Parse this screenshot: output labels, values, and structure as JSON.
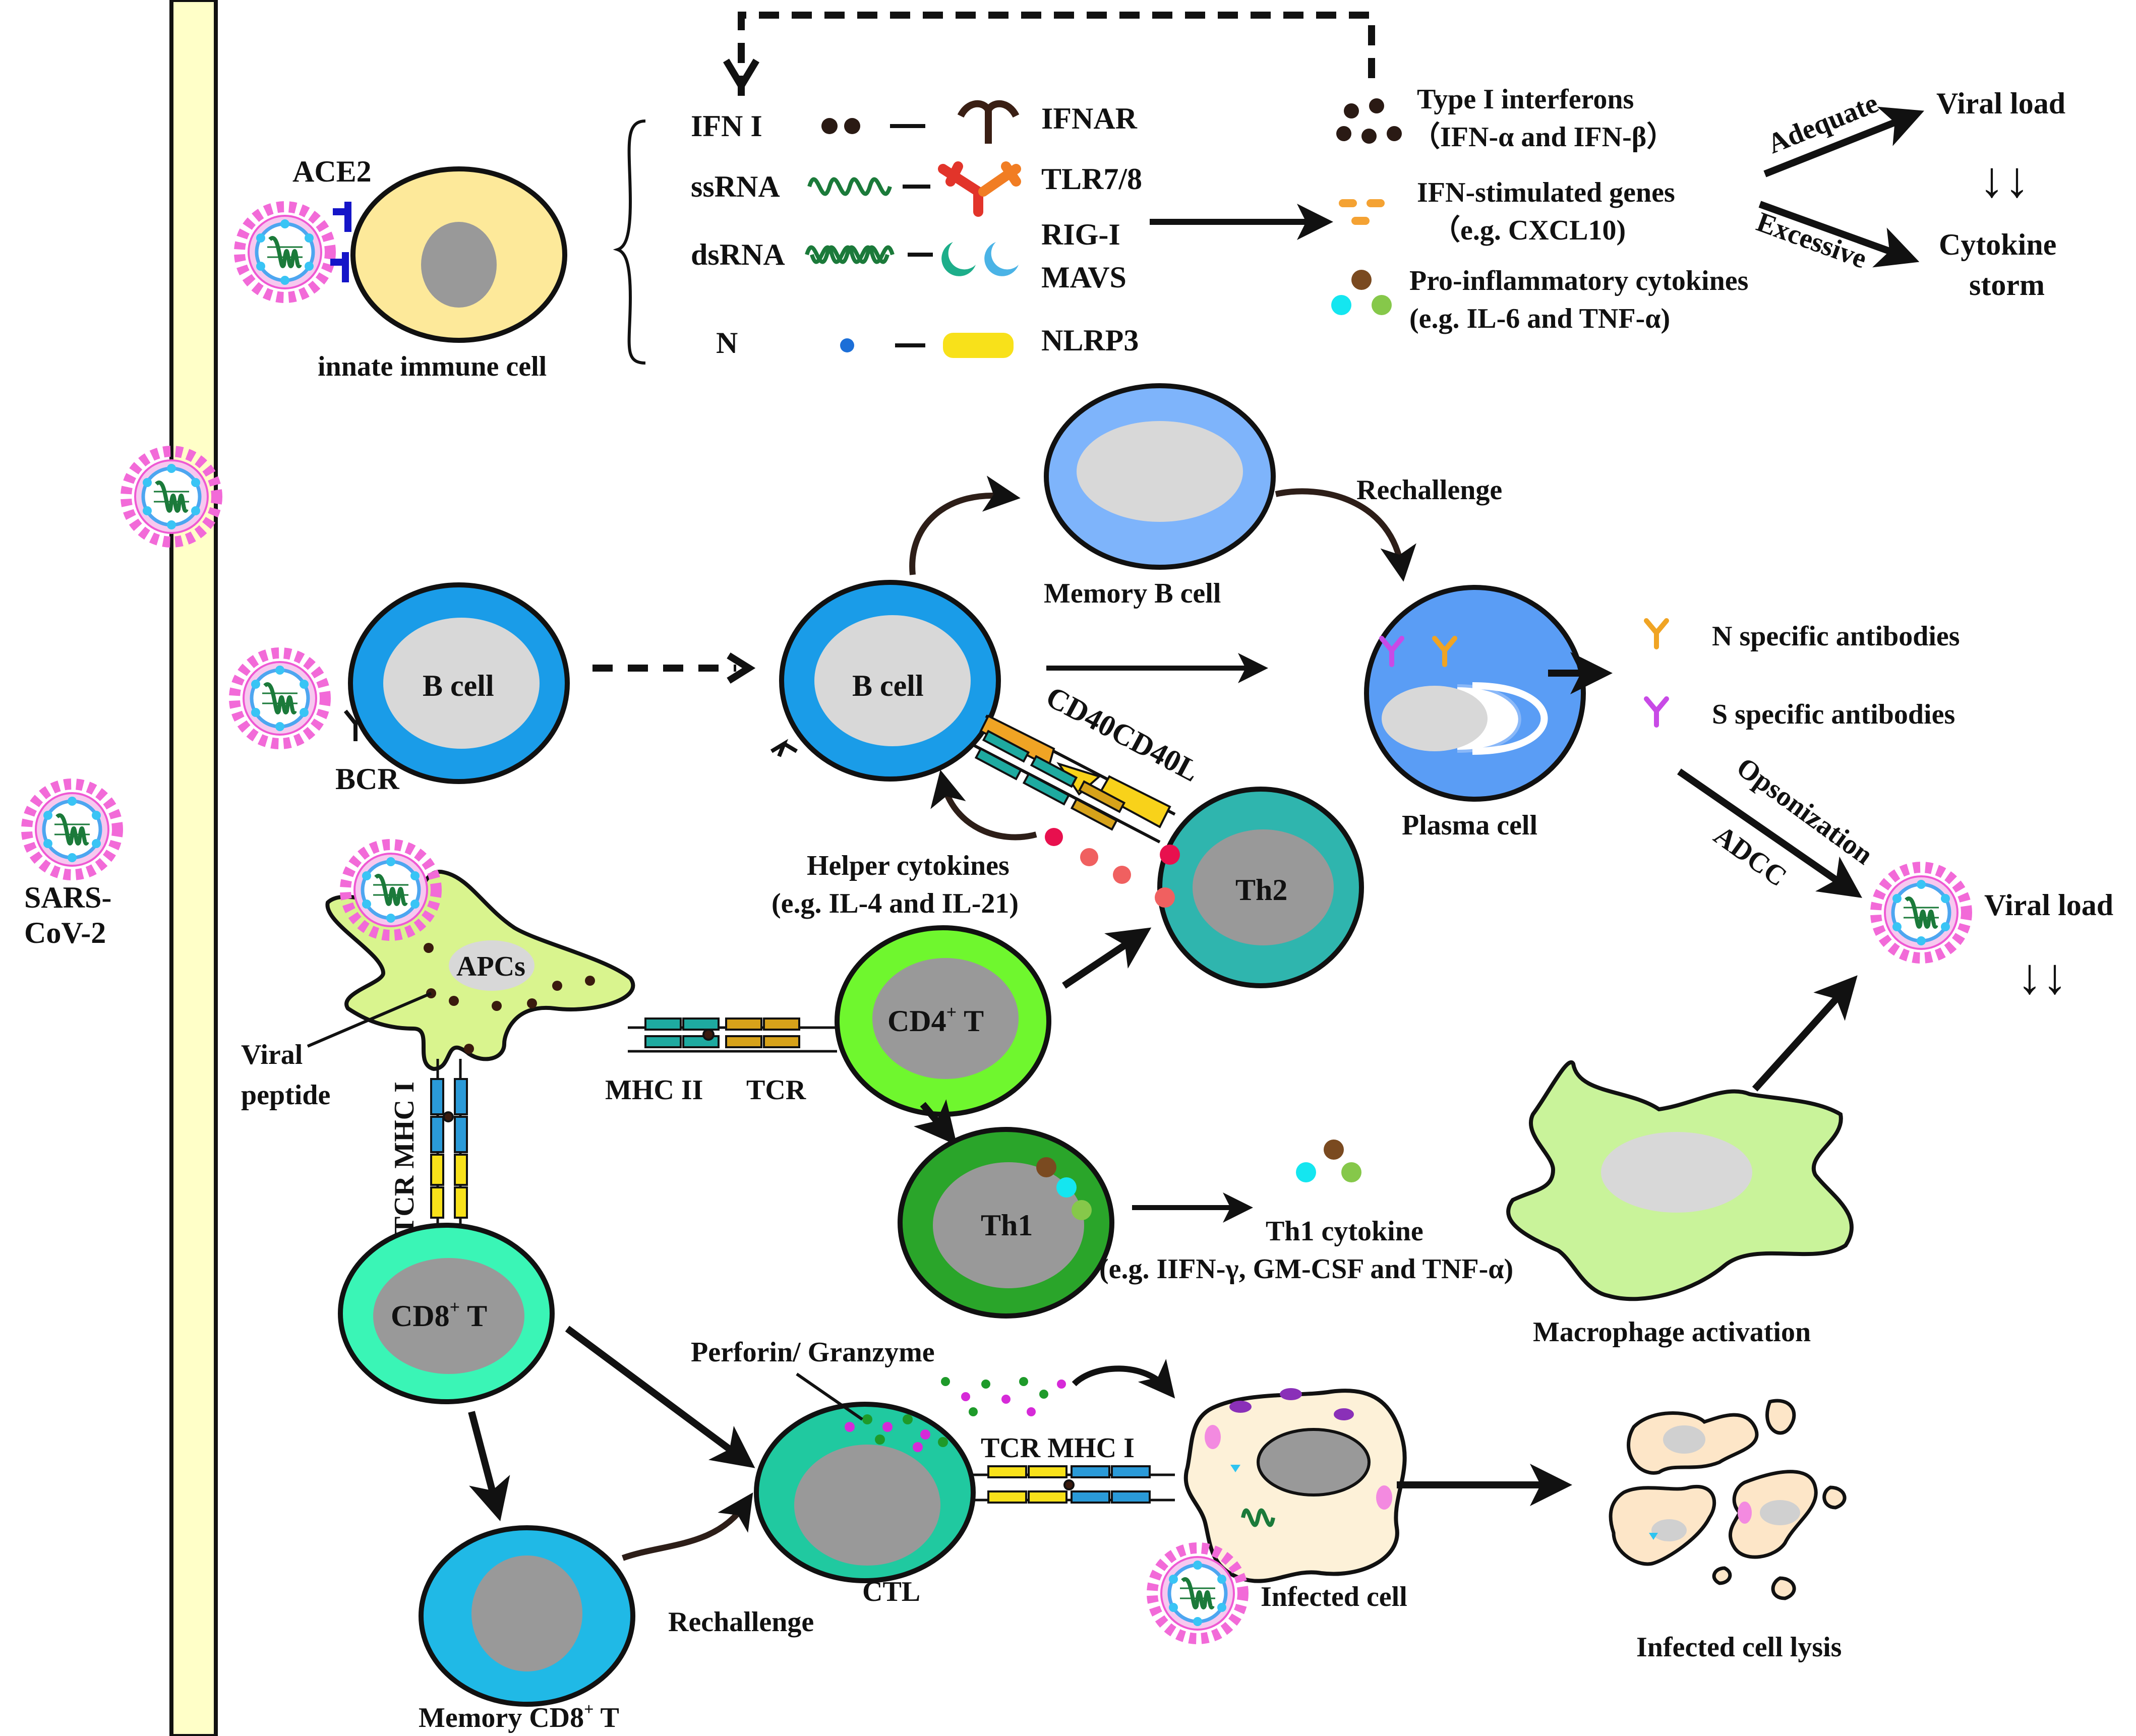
{
  "colors": {
    "membrane_fill": "#ffffc8",
    "b_cell": "#1a9ce8",
    "memory_b": "#7eb4fb",
    "plasma": "#5a9df5",
    "th2": "#2fb5ae",
    "cd4": "#6ff72e",
    "th1": "#2aa52a",
    "cd8": "#3af5b6",
    "ctl": "#20c9a0",
    "memory_cd8": "#20b9e6",
    "apc": "#d9f48e",
    "macrophage": "#c9f39a",
    "innate": "#fde99a",
    "infected": "#fdf1d8",
    "nucleus": "#999999",
    "nucleus_light": "#d8d8d8"
  },
  "icons": [
    "virus-icon",
    "rna-helix-icon",
    "receptor-icon",
    "antibody-icon"
  ],
  "labels": {
    "sars": "SARS-",
    "cov2": "CoV-2",
    "ace2": "ACE2",
    "innate": "innate immune cell",
    "ifn1": "IFN I",
    "ssrna": "ssRNA",
    "dsrna": "dsRNA",
    "n": "N",
    "ifnar": "IFNAR",
    "tlr": "TLR7/8",
    "rigi": "RIG-I",
    "mavs": "MAVS",
    "nlrp3": "NLRP3",
    "type1": "Type I interferons",
    "type1_sub": "（IFN-α and IFN-β）",
    "isg": "IFN-stimulated genes",
    "isg_sub": "（e.g. CXCL10)",
    "proinf": "Pro-inflammatory  cytokines",
    "proinf_sub": "(e.g. IL-6 and TNF-α)",
    "adequate": "Adequate",
    "excessive": "Excessive",
    "viral_load": "Viral load",
    "arrows_down": "↓↓",
    "cytokine": "Cytokine",
    "storm": "storm",
    "memory_b": "Memory B cell",
    "rechallenge": "Rechallenge",
    "b_cell": "B cell",
    "bcr": "BCR",
    "plasma": "Plasma cell",
    "n_ab": "N specific antibodies",
    "s_ab": "S specific antibodies",
    "cd40": "CD40CD40L",
    "helper": "Helper cytokines",
    "helper_sub": "(e.g. IL-4 and IL-21)",
    "th2": "Th2",
    "opsonization": "Opsonization",
    "adcc": "ADCC",
    "viral_load2": "Viral load",
    "apcs": "APCs",
    "viral": "Viral",
    "peptide": "peptide",
    "mhc2": "MHC II",
    "tcr": "TCR",
    "cd4": "CD4",
    "cd4_sup": "+",
    "t": " T",
    "tcr_mhc1_vert": "TCR MHC I",
    "th1": "Th1",
    "th1_cyt": "Th1 cytokine",
    "th1_cyt_sub": "(e.g. IIFN-γ, GM-CSF and TNF-α)",
    "macrophage": "Macrophage activation",
    "cd8": "CD8",
    "cd8_sup": "+",
    "perforin": "Perforin/ Granzyme",
    "tcr_mhc1": "TCR MHC I",
    "ctl": "CTL",
    "infected": "Infected cell",
    "lysis": "Infected cell lysis",
    "rechallenge2": "Rechallenge",
    "memory_cd8": "Memory CD8",
    "memory_cd8_sup": "+",
    "memory_cd8_t": " T"
  }
}
